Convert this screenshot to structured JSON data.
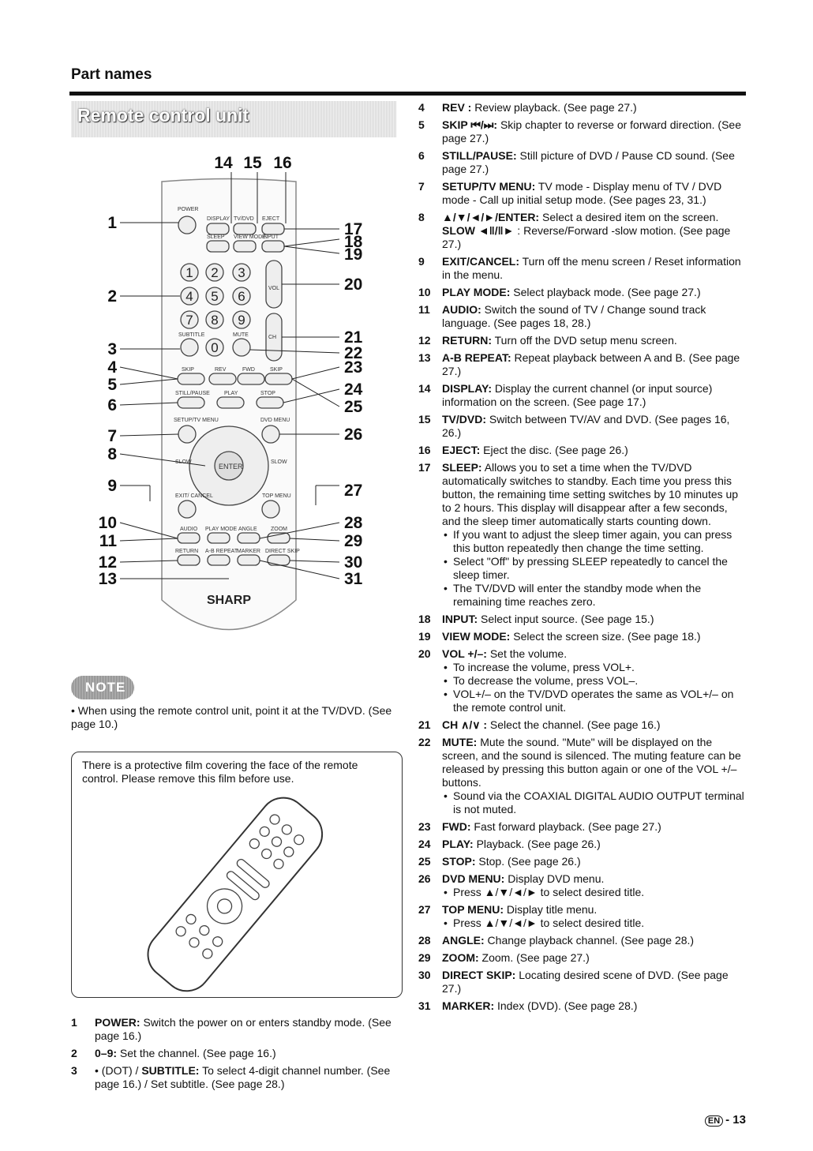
{
  "header": {
    "section": "Part names",
    "banner": "Remote control unit"
  },
  "remote": {
    "brand": "SHARP",
    "numbers_top": [
      "14",
      "15",
      "16"
    ],
    "numbers_left": [
      "1",
      "2",
      "3",
      "4",
      "5",
      "6",
      "7",
      "8",
      "9",
      "10",
      "11",
      "12",
      "13"
    ],
    "numbers_right": [
      "17",
      "18",
      "19",
      "20",
      "21",
      "22",
      "23",
      "24",
      "25",
      "26",
      "27",
      "28",
      "29",
      "30",
      "31"
    ],
    "labels": {
      "power": "POWER",
      "display": "DISPLAY",
      "tvdvd": "TV/DVD",
      "eject": "EJECT",
      "sleep": "SLEEP",
      "viewmode": "VIEW MODE",
      "input": "INPUT",
      "vol": "VOL",
      "ch": "CH",
      "subtitle": "SUBTITLE",
      "mute": "MUTE",
      "skip": "SKIP",
      "rev": "REV",
      "fwd": "FWD",
      "stillpause": "STILL/PAUSE",
      "play": "PLAY",
      "stop": "STOP",
      "setup": "SETUP/TV MENU",
      "dvdmenu": "DVD MENU",
      "enter": "ENTER",
      "slow": "SLOW",
      "exit": "EXIT/\nCANCEL",
      "topmenu": "TOP MENU",
      "audio": "AUDIO",
      "playmode": "PLAY MODE",
      "angle": "ANGLE",
      "zoom": "ZOOM",
      "return": "RETURN",
      "abrepeat": "A-B REPEAT",
      "marker": "MARKER",
      "directskip": "DIRECT SKIP",
      "digits": [
        "1",
        "2",
        "3",
        "4",
        "5",
        "6",
        "7",
        "8",
        "9",
        "0"
      ]
    }
  },
  "note": {
    "badge": "NOTE",
    "text": "• When using the remote control unit, point it at the TV/DVD. (See page 10.)",
    "film": "There is a protective film covering the face of the remote control. Please remove this film before use."
  },
  "left_items": [
    {
      "num": "1",
      "term": "POWER:",
      "text": " Switch the power on or enters standby mode. (See page 16.)"
    },
    {
      "num": "2",
      "term": "0–9:",
      "text": " Set the channel. (See page 16.)"
    },
    {
      "num": "3",
      "pre": "• (DOT) / ",
      "term": "SUBTITLE:",
      "text": " To select 4-digit channel number. (See page 16.) / Set subtitle. (See page 28.)"
    }
  ],
  "right_items": [
    {
      "num": "4",
      "term": "REV :",
      "text": " Review playback. (See page 27.)"
    },
    {
      "num": "5",
      "term": "SKIP ⏮/⏭:",
      "text": " Skip chapter to reverse or forward direction. (See page 27.)"
    },
    {
      "num": "6",
      "term": "STILL/PAUSE:",
      "text": " Still picture of DVD / Pause CD sound. (See page 27.)"
    },
    {
      "num": "7",
      "term": "SETUP/TV MENU:",
      "text": " TV mode - Display menu of TV / DVD mode - Call up initial setup mode. (See pages 23, 31.)"
    },
    {
      "num": "8",
      "term": "▲/▼/◄/►/ENTER:",
      "text": " Select a desired item on the screen.",
      "extra_term": "SLOW ◄‖/‖►",
      "extra_text": " : Reverse/Forward -slow motion. (See page 27.)"
    },
    {
      "num": "9",
      "term": "EXIT/CANCEL:",
      "text": " Turn off the menu screen / Reset information in the menu."
    },
    {
      "num": "10",
      "term": "PLAY MODE:",
      "text": " Select playback mode. (See page 27.)"
    },
    {
      "num": "11",
      "term": "AUDIO:",
      "text": " Switch the sound of TV / Change sound track language. (See pages 18, 28.)"
    },
    {
      "num": "12",
      "term": "RETURN:",
      "text": " Turn off the DVD setup menu screen."
    },
    {
      "num": "13",
      "term": "A-B REPEAT:",
      "text": " Repeat playback between A and B. (See page 27.)"
    },
    {
      "num": "14",
      "term": "DISPLAY:",
      "text": " Display the current channel (or input source) information on the screen. (See page 17.)"
    },
    {
      "num": "15",
      "term": "TV/DVD:",
      "text": " Switch between TV/AV and DVD. (See pages 16, 26.)"
    },
    {
      "num": "16",
      "term": "EJECT:",
      "text": " Eject the disc. (See page 26.)"
    },
    {
      "num": "17",
      "term": "SLEEP:",
      "text": " Allows you to set a time when the TV/DVD automatically switches to standby. Each time you press this button, the remaining time setting switches by 10 minutes up to 2 hours. This display will disappear after a few seconds, and the sleep timer automatically starts counting down.",
      "bullets": [
        "If you want to adjust the sleep timer again, you can press this button repeatedly then change the time setting.",
        "Select \"Off\" by pressing SLEEP repeatedly to cancel the sleep timer.",
        "The TV/DVD will enter the standby mode when the remaining time reaches zero."
      ]
    },
    {
      "num": "18",
      "term": "INPUT:",
      "text": " Select input source. (See page 15.)"
    },
    {
      "num": "19",
      "term": "VIEW MODE:",
      "text": " Select the screen size. (See page 18.)"
    },
    {
      "num": "20",
      "term": "VOL +/–:",
      "text": " Set the volume.",
      "bullets": [
        "To increase the volume, press VOL+.",
        "To decrease the volume, press VOL–.",
        "VOL+/– on the TV/DVD operates the same as VOL+/– on the remote control unit."
      ]
    },
    {
      "num": "21",
      "term": "CH ∧/∨ :",
      "text": " Select the channel. (See page 16.)"
    },
    {
      "num": "22",
      "term": "MUTE:",
      "text": " Mute the sound. \"Mute\" will be displayed on the screen, and the sound is silenced. The muting feature can be released by pressing this button again or one of the VOL +/– buttons.",
      "bullets": [
        "Sound via the COAXIAL DIGITAL AUDIO OUTPUT terminal is not muted."
      ]
    },
    {
      "num": "23",
      "term": "FWD:",
      "text": " Fast forward playback. (See page 27.)"
    },
    {
      "num": "24",
      "term": "PLAY:",
      "text": " Playback. (See page 26.)"
    },
    {
      "num": "25",
      "term": "STOP:",
      "text": " Stop. (See page 26.)"
    },
    {
      "num": "26",
      "term": "DVD MENU:",
      "text": " Display DVD menu.",
      "bullets": [
        "Press ▲/▼/◄/► to select desired title."
      ]
    },
    {
      "num": "27",
      "term": "TOP MENU:",
      "text": " Display title menu.",
      "bullets": [
        "Press ▲/▼/◄/► to select desired title."
      ]
    },
    {
      "num": "28",
      "term": "ANGLE:",
      "text": " Change playback channel. (See page 28.)"
    },
    {
      "num": "29",
      "term": "ZOOM:",
      "text": " Zoom. (See page 27.)"
    },
    {
      "num": "30",
      "term": "DIRECT SKIP:",
      "text": " Locating desired scene of DVD. (See page 27.)"
    },
    {
      "num": "31",
      "term": "MARKER:",
      "text": " Index (DVD). (See page 28.)"
    }
  ],
  "footer": {
    "lang": "EN",
    "page": "- 13"
  }
}
